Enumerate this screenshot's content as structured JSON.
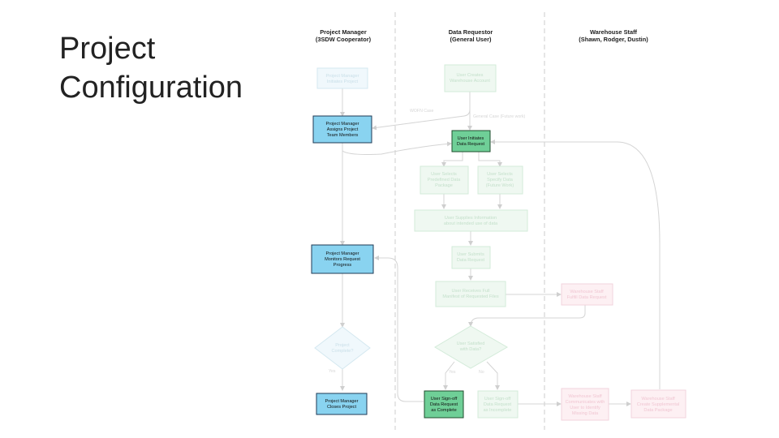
{
  "slide": {
    "title_line1": "Project",
    "title_line2": "Configuration"
  },
  "lanes": [
    {
      "title": "Project Manager",
      "subtitle": "(3SDW Cooperator)"
    },
    {
      "title": "Data Requestor",
      "subtitle": "(General User)"
    },
    {
      "title": "Warehouse Staff",
      "subtitle": "(Shawn, Rodger, Dustin)"
    }
  ],
  "nodes": {
    "pm_initiates": [
      "Project Manager",
      "Initiates Project"
    ],
    "user_creates_account": [
      "User Creates",
      "Warehouse Account"
    ],
    "pm_assigns": [
      "Project Manager",
      "Assigns Project",
      "Team Members"
    ],
    "user_initiates": [
      "User Initiates",
      "Data Request"
    ],
    "user_selects_predefined": [
      "User Selects",
      "Predefined Data",
      "Package"
    ],
    "user_selects_specify": [
      "User Selects",
      "Specify Data",
      "(Future Work)"
    ],
    "user_supplies_info": [
      "User Supplies Information",
      "about intended use of data"
    ],
    "user_submits": [
      "User Submits",
      "Data Request"
    ],
    "user_receives": [
      "User Receives Full",
      "Manifest of Requested Files"
    ],
    "warehouse_fulfill": [
      "Warehouse Staff",
      "Fulfill Data Request"
    ],
    "pm_monitors": [
      "Project Manager",
      "Monitors Request",
      "Progress"
    ],
    "project_complete": [
      "Project",
      "Complete?"
    ],
    "user_satisfied": [
      "User Satisfied",
      "with Data?"
    ],
    "pm_closes": [
      "Project Manager",
      "Closes Project"
    ],
    "user_signoff_complete": [
      "User Sign-off",
      "Data Request",
      "as Complete"
    ],
    "user_signoff_incomplete": [
      "User Sign-off",
      "Data Request",
      "as Incomplete"
    ],
    "warehouse_communicates": [
      "Warehouse Staff",
      "Communicates with",
      "User to Identify",
      "Missing Data"
    ],
    "warehouse_creates": [
      "Warehouse Staff",
      "Create Supplemental",
      "Data Package"
    ]
  },
  "edge_labels": {
    "wofn_case": "WOFN Case",
    "general_case": "General Case (Future work)",
    "yes_pm": "Yes",
    "yes_user": "Yes",
    "no_user": "No"
  },
  "colors": {
    "pm_active": "#89d3f0",
    "user_active": "#6fcf97",
    "faded_blue": "#f0f8fc",
    "faded_green": "#eff8f1",
    "faded_pink": "#fdf0f3"
  }
}
